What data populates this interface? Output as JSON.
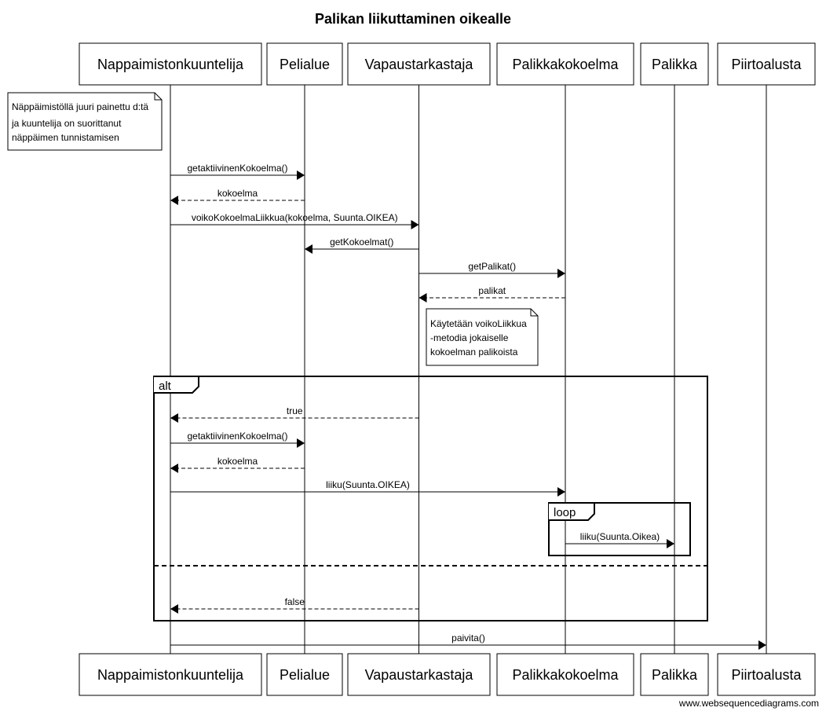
{
  "title": "Palikan liikuttaminen oikealle",
  "participants": [
    {
      "id": "n",
      "label": "Nappaimistonkuuntelija"
    },
    {
      "id": "p",
      "label": "Pelialue"
    },
    {
      "id": "v",
      "label": "Vapaustarkastaja"
    },
    {
      "id": "k",
      "label": "Palikkakokoelma"
    },
    {
      "id": "l",
      "label": "Palikka"
    },
    {
      "id": "d",
      "label": "Piirtoalusta"
    }
  ],
  "notes": [
    {
      "over": "n",
      "lines": [
        "Näppäimistöllä juuri painettu d:tä",
        "ja kuuntelija on suorittanut",
        "näppäimen tunnistamisen"
      ]
    },
    {
      "over": "v",
      "lines": [
        "Käytetään voikoLiikkua",
        "-metodia jokaiselle",
        "kokoelman palikoista"
      ]
    }
  ],
  "messages": [
    {
      "from": "n",
      "to": "p",
      "label": "getaktiivinenKokoelma()",
      "dashed": false
    },
    {
      "from": "p",
      "to": "n",
      "label": "kokoelma",
      "dashed": true
    },
    {
      "from": "n",
      "to": "v",
      "label": "voikoKokoelmaLiikkua(kokoelma, Suunta.OIKEA)",
      "dashed": false
    },
    {
      "from": "v",
      "to": "p",
      "label": "getKokoelmat()",
      "dashed": false
    },
    {
      "from": "v",
      "to": "k",
      "label": "getPalikat()",
      "dashed": false
    },
    {
      "from": "k",
      "to": "v",
      "label": "palikat",
      "dashed": true
    },
    {
      "from": "v",
      "to": "n",
      "label": "true",
      "dashed": true
    },
    {
      "from": "n",
      "to": "p",
      "label": "getaktiivinenKokoelma()",
      "dashed": false
    },
    {
      "from": "p",
      "to": "n",
      "label": "kokoelma",
      "dashed": true
    },
    {
      "from": "n",
      "to": "k",
      "label": "liiku(Suunta.OIKEA)",
      "dashed": false
    },
    {
      "from": "k",
      "to": "l",
      "label": "liiku(Suunta.Oikea)",
      "dashed": false
    },
    {
      "from": "v",
      "to": "n",
      "label": "false",
      "dashed": true
    },
    {
      "from": "n",
      "to": "d",
      "label": "paivita()",
      "dashed": false
    }
  ],
  "frames": [
    {
      "label": "alt"
    },
    {
      "label": "loop"
    }
  ],
  "watermark": "www.websequencediagrams.com"
}
